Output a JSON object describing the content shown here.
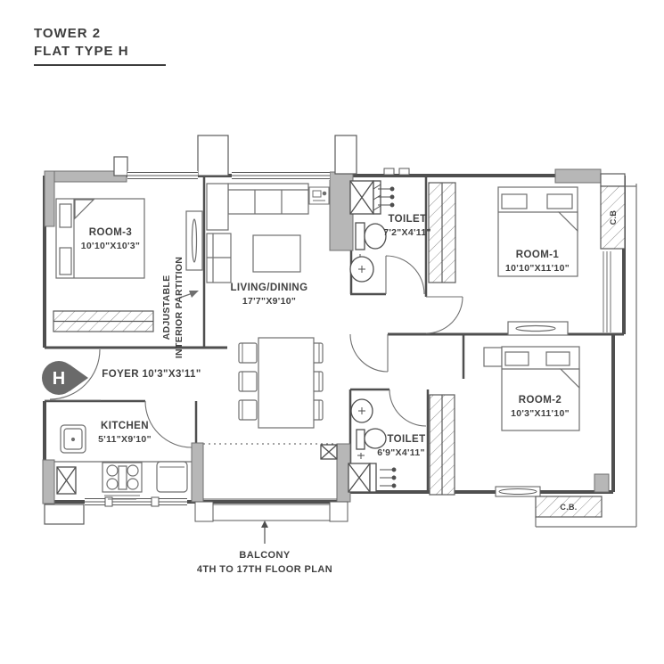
{
  "title": {
    "line1": "TOWER 2",
    "line2": "FLAT TYPE H"
  },
  "rooms": {
    "room3": {
      "name": "ROOM-3",
      "dims": "10'10\"X10'3\""
    },
    "living": {
      "name": "LIVING/DINING",
      "dims": "17'7\"X9'10\""
    },
    "toilet1": {
      "name": "TOILET",
      "dims": "7'2\"X4'11\""
    },
    "room1": {
      "name": "ROOM-1",
      "dims": "10'10\"X11'10\""
    },
    "foyer": {
      "label": "FOYER 10'3\"X3'11\""
    },
    "kitchen": {
      "name": "KITCHEN",
      "dims": "5'11\"X9'10\""
    },
    "toilet2": {
      "name": "TOILET",
      "dims": "6'9\"X4'11\""
    },
    "room2": {
      "name": "ROOM-2",
      "dims": "10'3\"X11'10\""
    }
  },
  "annotations": {
    "partition_line1": "ADJUSTABLE",
    "partition_line2": "INTERIOR PARTITION",
    "cb_top": "C.B",
    "cb_bottom": "C.B.",
    "balcony": "BALCONY",
    "floor_note": "4TH TO 17TH FLOOR PLAN",
    "entry_marker": "H"
  },
  "colors": {
    "wall": "#4f4f4f",
    "column_fill": "#b7b7b7",
    "marker_fill": "#6a6a6a",
    "text": "#414141"
  }
}
